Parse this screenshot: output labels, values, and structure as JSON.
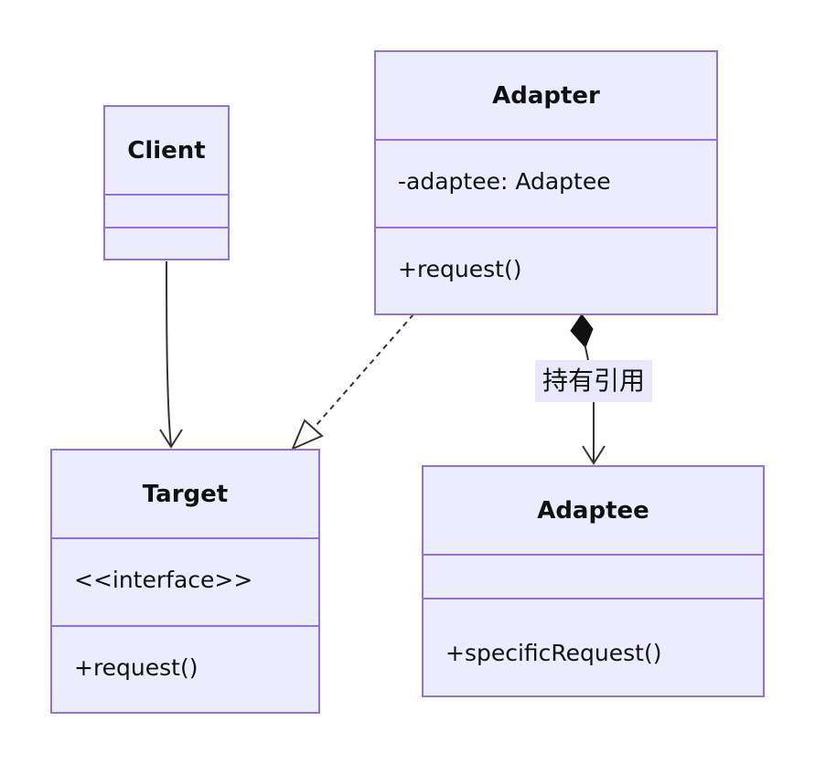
{
  "classes": {
    "client": {
      "name": "Client",
      "attributes": [],
      "methods": []
    },
    "adapter": {
      "name": "Adapter",
      "attributes": [
        "-adaptee: Adaptee"
      ],
      "methods": [
        "+request()"
      ]
    },
    "target": {
      "name": "Target",
      "attributes": [
        "<<interface>>"
      ],
      "methods": [
        "+request()"
      ]
    },
    "adaptee": {
      "name": "Adaptee",
      "attributes": [],
      "methods": [
        "+specificRequest()"
      ]
    }
  },
  "relations": [
    {
      "from": "Client",
      "to": "Target",
      "type": "association"
    },
    {
      "from": "Adapter",
      "to": "Target",
      "type": "realization"
    },
    {
      "from": "Adapter",
      "to": "Adaptee",
      "type": "composition",
      "label": "持有引用"
    }
  ],
  "colors": {
    "box_fill": "#ececff",
    "box_border": "#9370db",
    "line": "#333333",
    "label_bg": "#e8e8fa"
  }
}
